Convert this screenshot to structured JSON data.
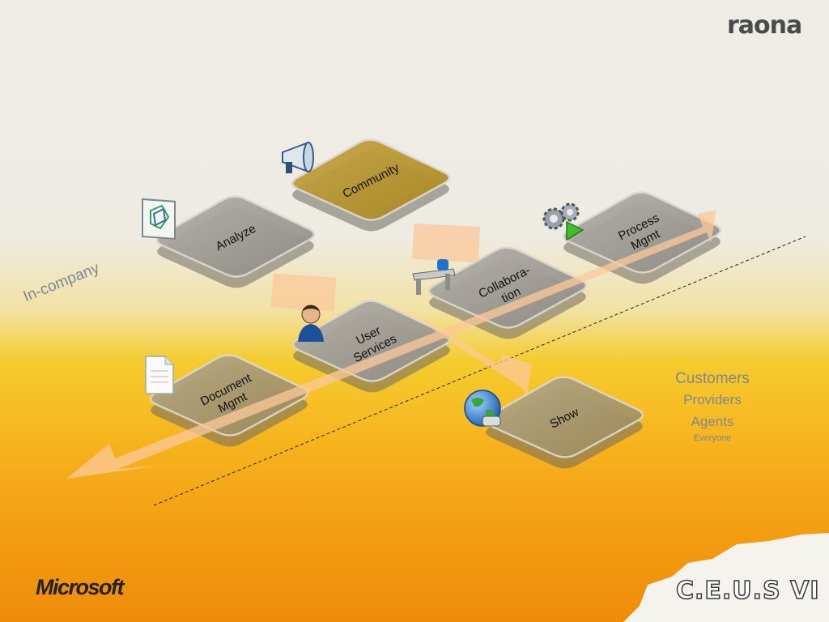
{
  "brand": {
    "raona_logo": "raona",
    "microsoft_logo": "Microsoft",
    "ceus_logo": "C.E.U.S VI"
  },
  "labels": {
    "in_company": "In-company",
    "external": [
      "Customers",
      "Providers",
      "Agents",
      "Everyone"
    ]
  },
  "tiles": [
    {
      "id": "community",
      "lines": [
        "Community"
      ],
      "icon": "megaphone-icon",
      "style": "gold"
    },
    {
      "id": "analyze",
      "lines": [
        "Analyze"
      ],
      "icon": "chart-frame-icon",
      "style": "gray"
    },
    {
      "id": "process",
      "lines": [
        "Process",
        "Mgmt"
      ],
      "icon": "gears-play-icon",
      "style": "gray"
    },
    {
      "id": "collaboration",
      "lines": [
        "Collabora-",
        "tion"
      ],
      "icon": "desk-user-icon",
      "style": "gray"
    },
    {
      "id": "user-services",
      "lines": [
        "User",
        "Services"
      ],
      "icon": "user-icon",
      "style": "gray"
    },
    {
      "id": "document",
      "lines": [
        "Document",
        "Mgmt"
      ],
      "icon": "document-icon",
      "style": "gray-gold"
    },
    {
      "id": "show",
      "lines": [
        "Show"
      ],
      "icon": "globe-icon",
      "style": "gray-gold"
    }
  ],
  "colors": {
    "arrow": "#fcc99a",
    "tile_gray": "#9a9690",
    "tile_gold": "#b9952e",
    "label_gray": "#7d8894"
  }
}
